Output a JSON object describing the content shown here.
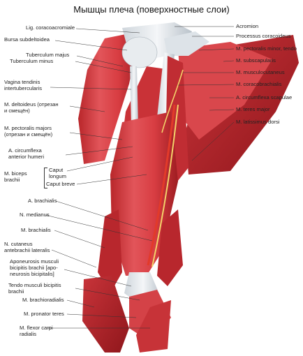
{
  "title": "Мышцы плеча (поверхностные слои)",
  "labels_left": [
    "Lig. coracoacromiale",
    "Bursa subdeltoidea",
    "Tuberculum majus",
    "Tuberculum minus",
    "Vagina tendinis",
    "intertubercularis",
    "M. deltoideus (отрезан",
    "и смещён)",
    "M. pectoralis majors",
    "(отрезан и смещён)",
    "A. circumflexa",
    "anterior humeri",
    "M. biceps",
    "brachii",
    "Caput",
    "longum",
    "Caput breve",
    "A. brachialis",
    "N. medianus",
    "M. brachialis",
    "N. cutaneus",
    "antebrachii lateralis",
    "Aponeurosis musculi",
    "bicipitis brachii [apo-",
    "neurosis bicipitalis]",
    "Tendo musculi bicipitis",
    "brachii",
    "M. brachioradialis",
    "M. pronator teres",
    "M. flexor carpi",
    "radialis"
  ],
  "labels_right": [
    "Acromion",
    "Processus coracoideus",
    "M. pectoralis minor, tendo",
    "M. subscapularis",
    "M. musculocutaneus",
    "M. coracobrachialis",
    "A. circumflexa scapulae",
    "M. teres major",
    "M. latissimus dorsi"
  ]
}
